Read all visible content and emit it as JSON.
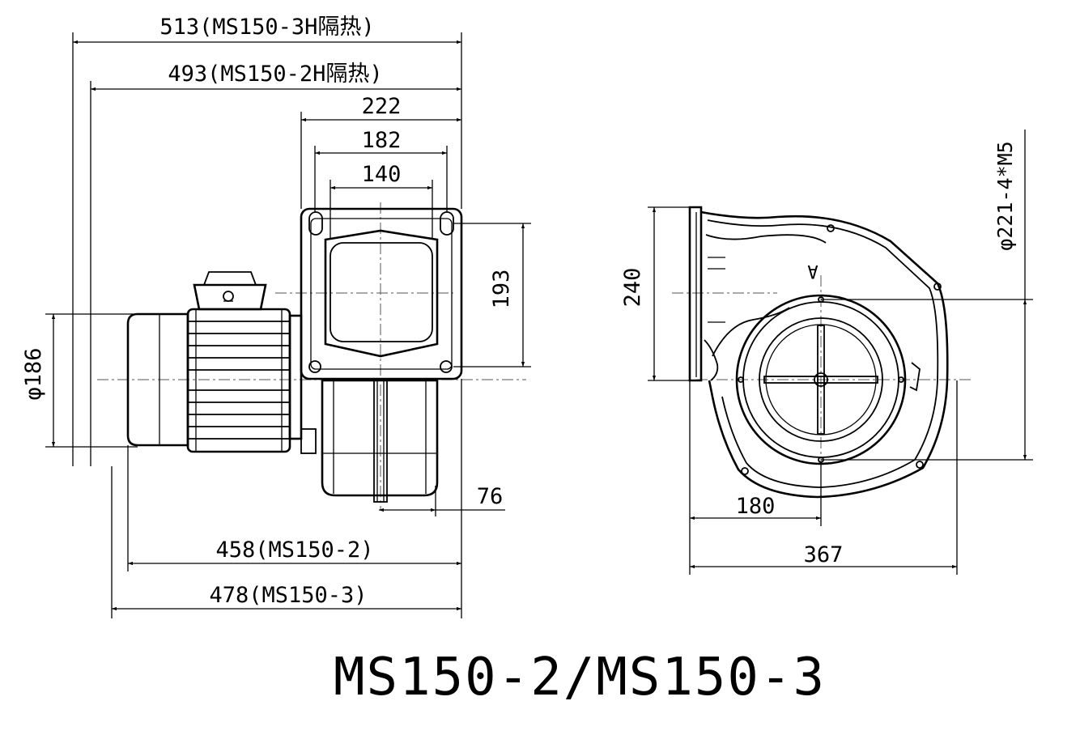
{
  "title": "MS150-2/MS150-3",
  "dimensions": {
    "d513": "513(MS150-3H隔热)",
    "d493": "493(MS150-2H隔热)",
    "d222": "222",
    "d182": "182",
    "d140": "140",
    "d193": "193",
    "d186": "φ186",
    "d76": "76",
    "d458": "458(MS150-2)",
    "d478": "478(MS150-3)",
    "d240": "240",
    "d221": "φ221-4*M5",
    "d180": "180",
    "d367": "367",
    "markA": "A"
  }
}
